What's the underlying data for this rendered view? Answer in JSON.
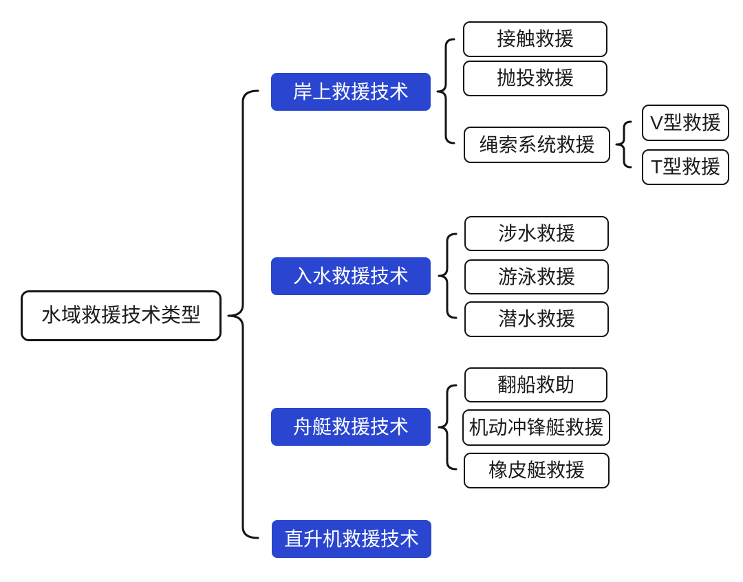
{
  "diagram": {
    "root": {
      "label": "水域救援技术类型"
    },
    "branches": [
      {
        "label": "岸上救援技术",
        "children": [
          {
            "label": "接触救援"
          },
          {
            "label": "抛投救援"
          },
          {
            "label": "绳索系统救援",
            "children": [
              {
                "label": "V型救援"
              },
              {
                "label": "T型救援"
              }
            ]
          }
        ]
      },
      {
        "label": "入水救援技术",
        "children": [
          {
            "label": "涉水救援"
          },
          {
            "label": "游泳救援"
          },
          {
            "label": "潜水救援"
          }
        ]
      },
      {
        "label": "舟艇救援技术",
        "children": [
          {
            "label": "翻船救助"
          },
          {
            "label": "机动冲锋艇救援"
          },
          {
            "label": "橡皮艇救援"
          }
        ]
      },
      {
        "label": "直升机救援技术",
        "children": []
      }
    ],
    "colors": {
      "background": "#ffffff",
      "branch_bg": "#2a46d0",
      "branch_text": "#ffffff",
      "node_bg": "#ffffff",
      "node_border": "#141414",
      "connector": "#141414"
    }
  }
}
